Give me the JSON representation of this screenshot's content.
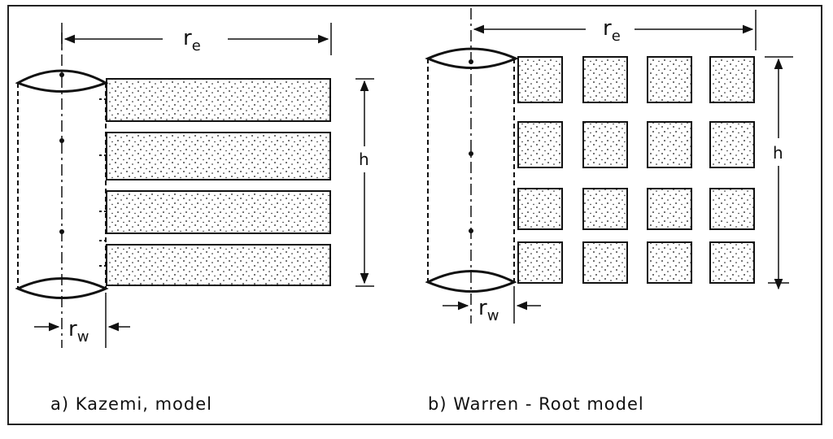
{
  "panel_a": {
    "caption": "a)  Kazemi,  model",
    "re": {
      "main": "r",
      "sub": "e"
    },
    "rw": {
      "main": "r",
      "sub": "w"
    },
    "h": "h"
  },
  "panel_b": {
    "caption": "b)  Warren -  Root  model",
    "re": {
      "main": "r",
      "sub": "e"
    },
    "rw": {
      "main": "r",
      "sub": "w"
    },
    "h": "h"
  },
  "colors": {
    "line": "#111111",
    "background": "#ffffff",
    "border": "#222222"
  }
}
